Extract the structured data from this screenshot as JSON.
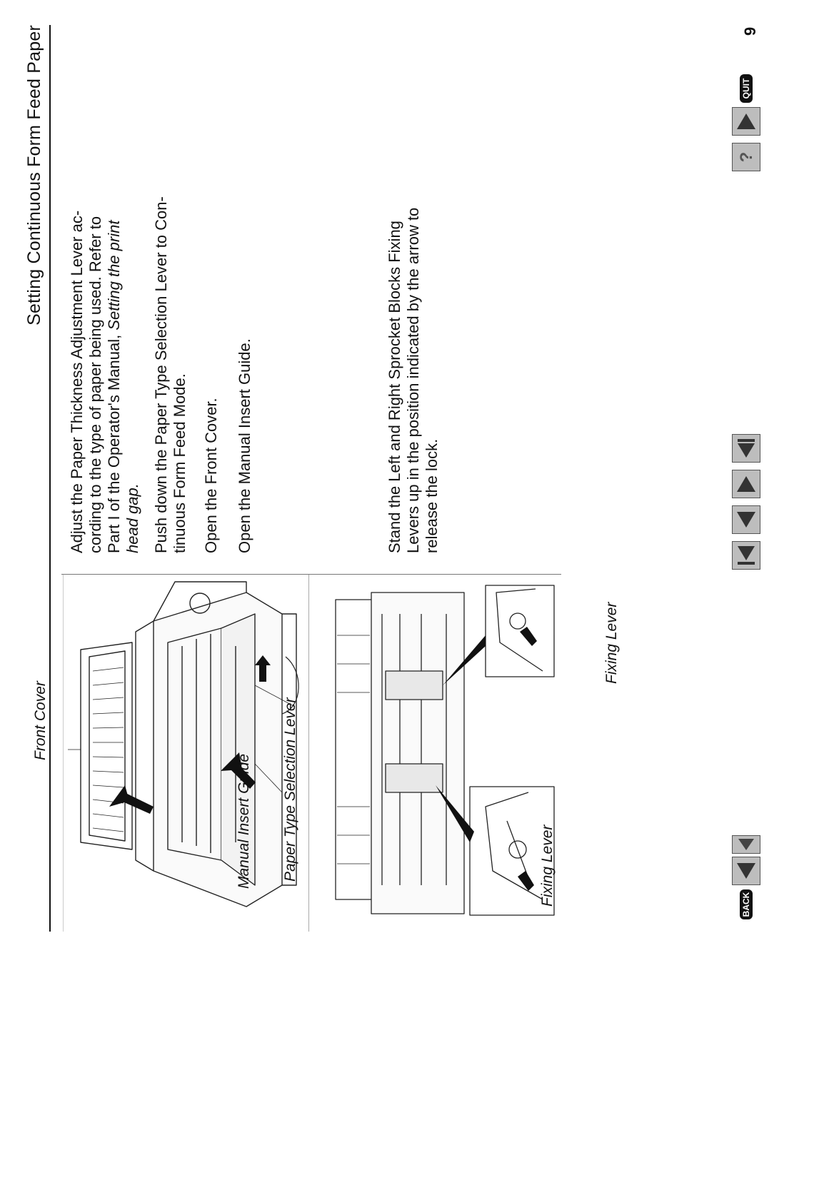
{
  "header": {
    "title": "Setting Continuous Form Feed Paper"
  },
  "body": {
    "p1_text": "Adjust the Paper Thickness Adjustment Lever ac-\ncording to the type of paper being used. Refer to\nPart I of the Operator's Manual, ",
    "p1_italic": "Setting the print\nhead gap.",
    "p2_text": "Push down the Paper Type Selection Lever to Con-\ntinuous Form Feed Mode.",
    "p3_text": "Open the Front Cover.",
    "p4_text": "Open the Manual Insert Guide.",
    "p5_text": "Stand the Left and Right Sprocket Blocks Fixing\nLevers up in the position indicated by the arrow to\nrelease the lock."
  },
  "figure1": {
    "labels": {
      "front_cover": "Front Cover",
      "manual_insert_guide": "Manual Insert Guide",
      "paper_type_selection_lever": "Paper Type Selection Lever"
    }
  },
  "figure2": {
    "labels": {
      "fixing_lever_left": "Fixing Lever",
      "fixing_lever_right": "Fixing Lever"
    }
  },
  "footer": {
    "back_label": "BACK",
    "quit_label": "QUIT",
    "help_glyph": "?",
    "page_number": "9"
  }
}
